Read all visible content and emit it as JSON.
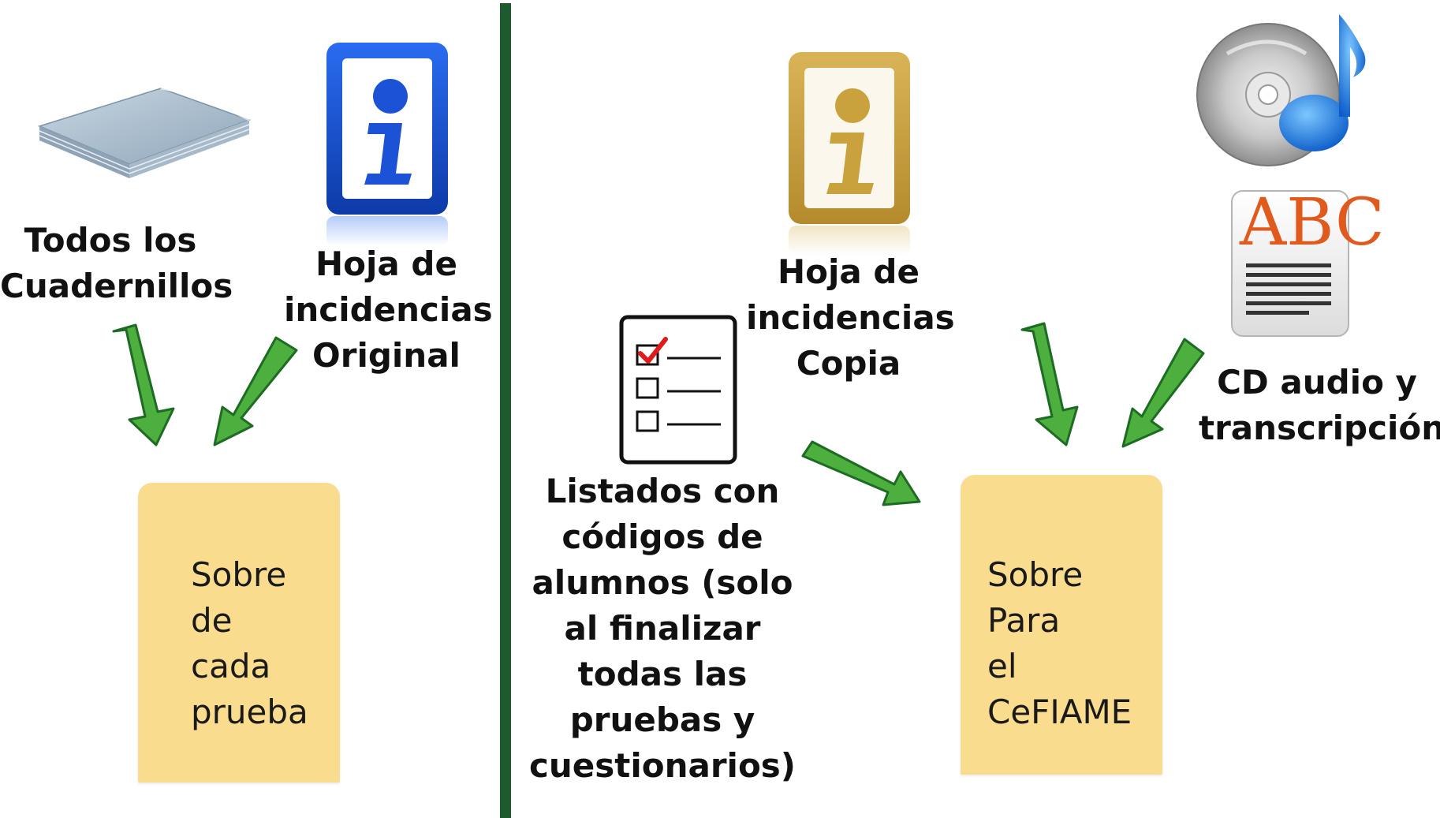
{
  "left": {
    "booklets_label": [
      "Todos los",
      "Cuadernillos"
    ],
    "info_original_label": [
      "Hoja de",
      "incidencias",
      "Original"
    ],
    "envelope_text": [
      "Sobre",
      "de",
      "cada",
      "prueba"
    ]
  },
  "right": {
    "info_copy_label": [
      "Hoja de",
      "incidencias",
      "Copia"
    ],
    "lists_label": [
      "Listados con",
      "códigos de",
      "alumnos (solo",
      "al finalizar",
      "todas las",
      "pruebas y",
      "cuestionarios)"
    ],
    "cd_label": [
      "CD audio y",
      "transcripción"
    ],
    "envelope_text": [
      "Sobre",
      "Para",
      "el",
      "CeFIAME"
    ],
    "document_icon_letters": "ABC"
  },
  "colors": {
    "divider": "#1f5a2e",
    "arrow_fill": "#4caf3e",
    "arrow_stroke": "#1e6b23",
    "envelope": "#f9dc8e",
    "info_blue": "#1a4fd1",
    "info_gold": "#c9a23e"
  },
  "icons": {
    "booklets": "booklets-stack-icon",
    "info_original": "info-sign-blue-icon",
    "info_copy": "info-sign-gold-icon",
    "checklist": "checklist-icon",
    "cd": "cd-music-icon",
    "document": "abc-document-icon"
  }
}
